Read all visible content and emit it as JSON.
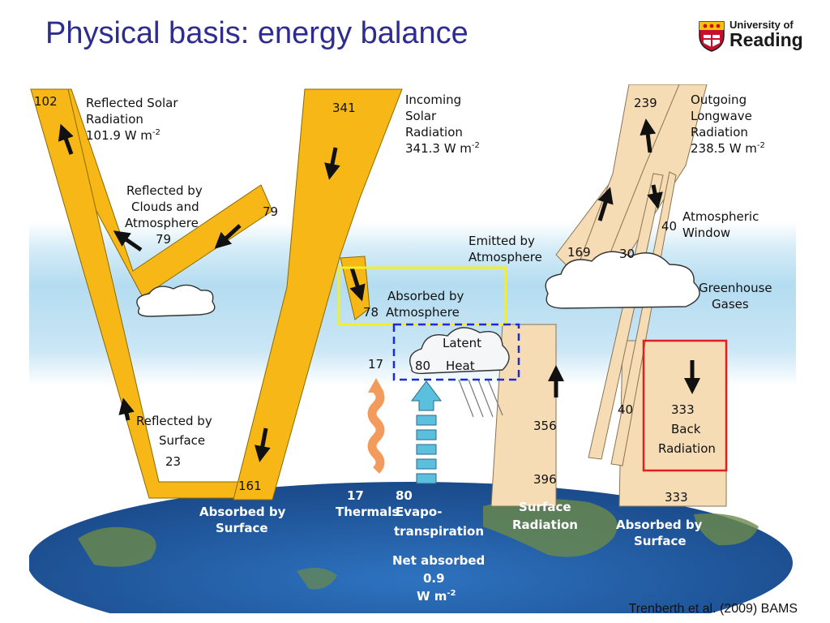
{
  "title": "Physical basis: energy balance",
  "logo": {
    "line1": "University of",
    "line2": "Reading"
  },
  "citation": "Trenberth et al. (2009) BAMS",
  "colors": {
    "title": "#2e2d8f",
    "solar": "#f7b817",
    "longwave": "#f5dcb5",
    "highlight_yellow": "#f2ee2a",
    "highlight_blue": "#1b2bd6",
    "highlight_red": "#e0201c"
  },
  "diagram": {
    "reflected_solar": {
      "value": "102",
      "label1": "Reflected Solar",
      "label2": "Radiation",
      "label3": "101.9 W m",
      "sup": "-2"
    },
    "incoming_solar": {
      "value": "341",
      "label1": "Incoming",
      "label2": "Solar",
      "label3": "Radiation",
      "label4": "341.3 W m",
      "sup": "-2"
    },
    "outgoing_longwave": {
      "value": "239",
      "label1": "Outgoing",
      "label2": "Longwave",
      "label3": "Radiation",
      "label4": "238.5 W m",
      "sup": "-2"
    },
    "reflected_clouds": {
      "value": "79",
      "label1": "Reflected by",
      "label2": "Clouds and",
      "label3": "Atmosphere",
      "label4": "79"
    },
    "emitted_atmosphere": {
      "label1": "Emitted by",
      "label2": "Atmosphere",
      "value1": "169",
      "value2": "30"
    },
    "atmospheric_window": {
      "value": "40",
      "label1": "Atmospheric",
      "label2": "Window"
    },
    "greenhouse": {
      "label1": "Greenhouse",
      "label2": "Gases"
    },
    "absorbed_atmosphere": {
      "value": "78",
      "label1": "Absorbed by",
      "label2": "Atmosphere"
    },
    "latent_heat": {
      "label1": "Latent",
      "value": "80",
      "label2": "Heat"
    },
    "thermals_value_top": "17",
    "reflected_surface": {
      "label1": "Reflected by",
      "label2": "Surface",
      "value": "23"
    },
    "absorbed_surface_solar": {
      "value": "161",
      "label1": "Absorbed by",
      "label2": "Surface"
    },
    "thermals": {
      "value": "17",
      "label": "Thermals"
    },
    "evapotranspiration": {
      "value": "80",
      "label1": "Evapo-",
      "label2": "transpiration"
    },
    "surface_radiation": {
      "value1": "356",
      "value2": "396",
      "label1": "Surface",
      "label2": "Radiation",
      "window_value": "40"
    },
    "back_radiation": {
      "value": "333",
      "label1": "Back",
      "label2": "Radiation"
    },
    "absorbed_surface_lw": {
      "value": "333",
      "label1": "Absorbed by",
      "label2": "Surface"
    },
    "net_absorbed": {
      "label": "Net absorbed",
      "value": "0.9",
      "unit": "W m",
      "sup": "-2"
    }
  }
}
